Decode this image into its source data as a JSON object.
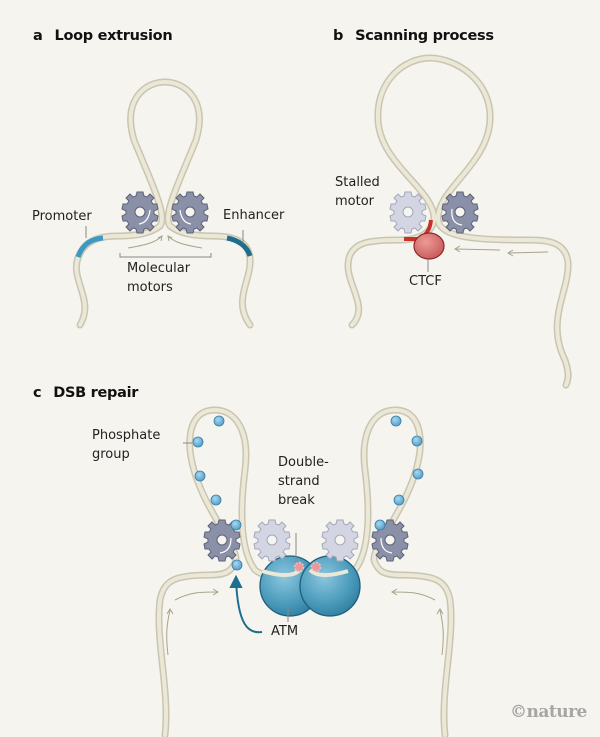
{
  "panels": {
    "a": {
      "letter": "a",
      "title": "Loop extrusion",
      "labels": {
        "promoter": "Promoter",
        "enhancer": "Enhancer",
        "motors_line1": "Molecular",
        "motors_line2": "motors"
      }
    },
    "b": {
      "letter": "b",
      "title": "Scanning process",
      "labels": {
        "stalled_line1": "Stalled",
        "stalled_line2": "motor",
        "ctcf": "CTCF"
      }
    },
    "c": {
      "letter": "c",
      "title": "DSB repair",
      "labels": {
        "phosphate_line1": "Phosphate",
        "phosphate_line2": "group",
        "dsb_line1": "Double-",
        "dsb_line2": "strand",
        "dsb_line3": "break",
        "atm": "ATM"
      }
    }
  },
  "credit": "©nature",
  "colors": {
    "background": "#f5f4ee",
    "dna_fill": "#ebe8d8",
    "dna_outline": "#c9c5b0",
    "active_motor": "#8a90a8",
    "stalled_motor": "#c9ccdc",
    "promoter": "#3a9ac4",
    "enhancer": "#1e6e8e",
    "ctcf": "#d06868",
    "ctcf_clamp": "#c8302c",
    "atm": "#4f9ebe",
    "phosphate": "#6ab4dc",
    "break_mark": "#e89a9a"
  }
}
